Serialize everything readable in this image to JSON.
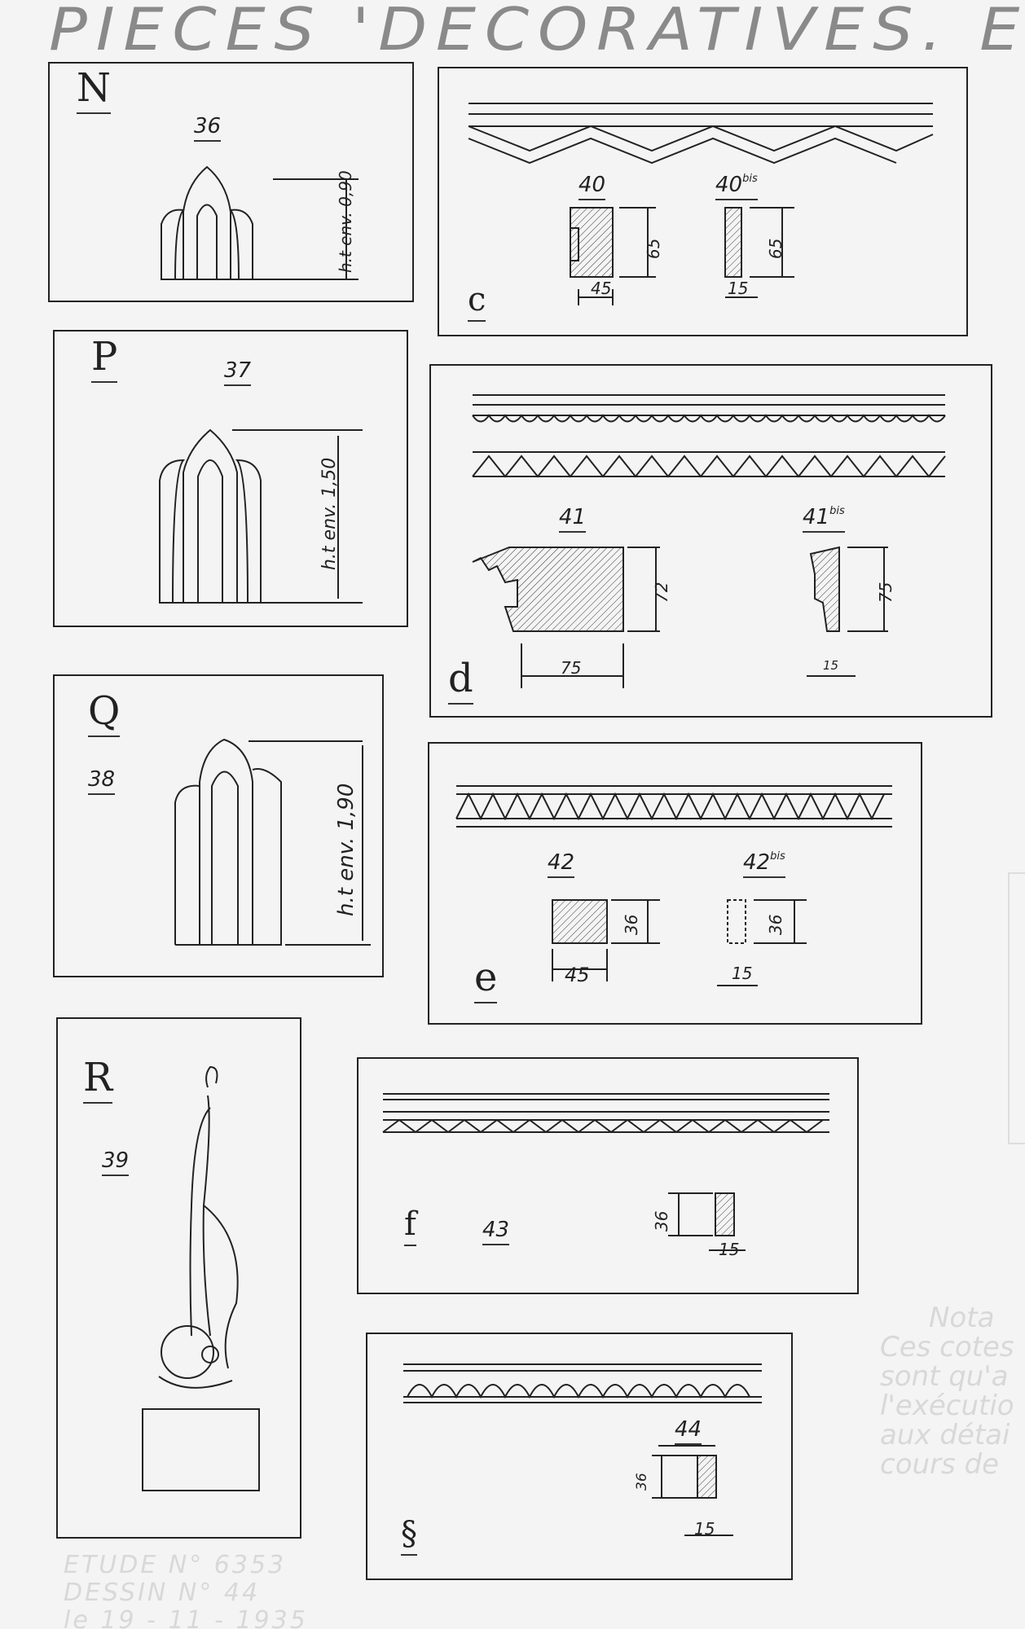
{
  "title": "PIECES  'DECORATIVES.  E",
  "panels": {
    "N": {
      "letter": "N",
      "number": "36",
      "height_note": "h.t env. 0,90"
    },
    "c": {
      "letter": "c",
      "a_number": "40",
      "b_number": "40",
      "b_suffix": "bis",
      "a_h": "65",
      "a_w": "45",
      "b_h": "65",
      "b_w": "15"
    },
    "P": {
      "letter": "P",
      "number": "37",
      "height_note": "h.t env. 1,50"
    },
    "d": {
      "letter": "d",
      "a_number": "41",
      "b_number": "41",
      "b_suffix": "bis",
      "a_h": "72",
      "a_w": "75",
      "b_h": "75",
      "b_w": "15"
    },
    "Q": {
      "letter": "Q",
      "number": "38",
      "height_note": "h.t env. 1,90"
    },
    "e": {
      "letter": "e",
      "a_number": "42",
      "b_number": "42",
      "b_suffix": "bis",
      "a_h": "36",
      "a_w": "45",
      "b_h": "36",
      "b_w": "15"
    },
    "R": {
      "letter": "R",
      "number": "39"
    },
    "f": {
      "letter": "f",
      "number": "43",
      "h": "36",
      "w": "15"
    },
    "g": {
      "letter": "§",
      "number": "44",
      "h": "36",
      "w": "15"
    }
  },
  "nota": {
    "title": "Nota",
    "lines": [
      "Ces cotes",
      "sont qu'a",
      "l'exécutio",
      "aux détai",
      "cours de"
    ]
  },
  "stamp": {
    "line1": "ETUDE  N° 6353",
    "line2": "DESSIN  N° 44",
    "line3": "le  19 - 11 - 1935"
  }
}
